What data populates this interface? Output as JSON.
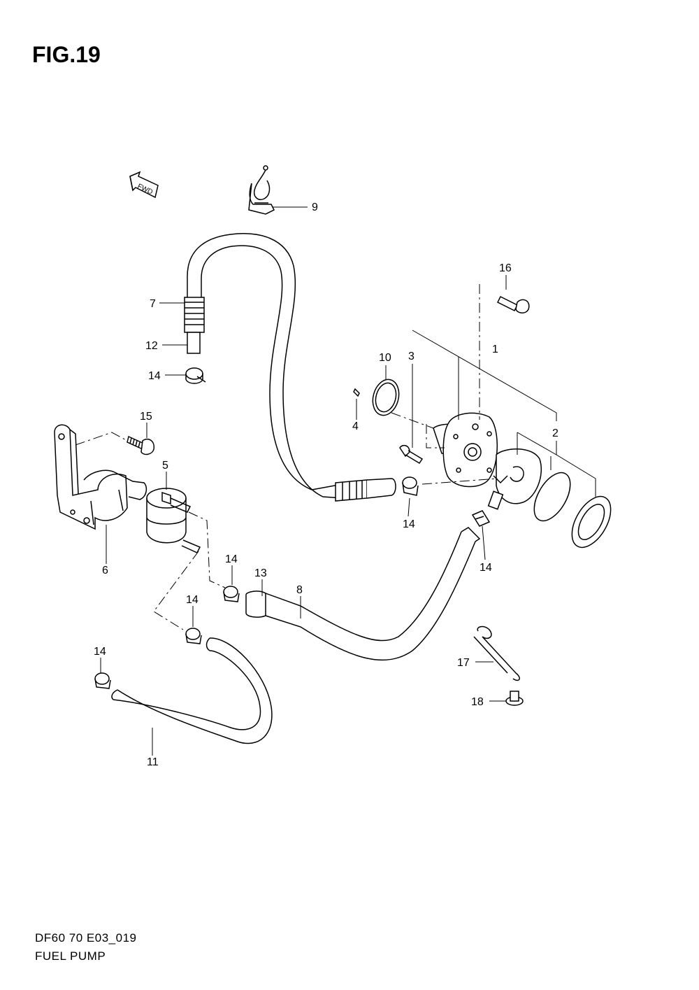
{
  "figure": {
    "title": "FIG.19"
  },
  "footer": {
    "code": "DF60 70 E03_019",
    "name": "FUEL PUMP"
  },
  "fwd_label": "FWD",
  "callouts": {
    "c1": "1",
    "c2": "2",
    "c3": "3",
    "c4": "4",
    "c5": "5",
    "c6": "6",
    "c7": "7",
    "c8": "8",
    "c9": "9",
    "c10": "10",
    "c11": "11",
    "c12": "12",
    "c13": "13",
    "c14a": "14",
    "c14b": "14",
    "c14c": "14",
    "c14d": "14",
    "c14e": "14",
    "c14f": "14",
    "c15": "15",
    "c16": "16",
    "c17": "17",
    "c18": "18"
  }
}
